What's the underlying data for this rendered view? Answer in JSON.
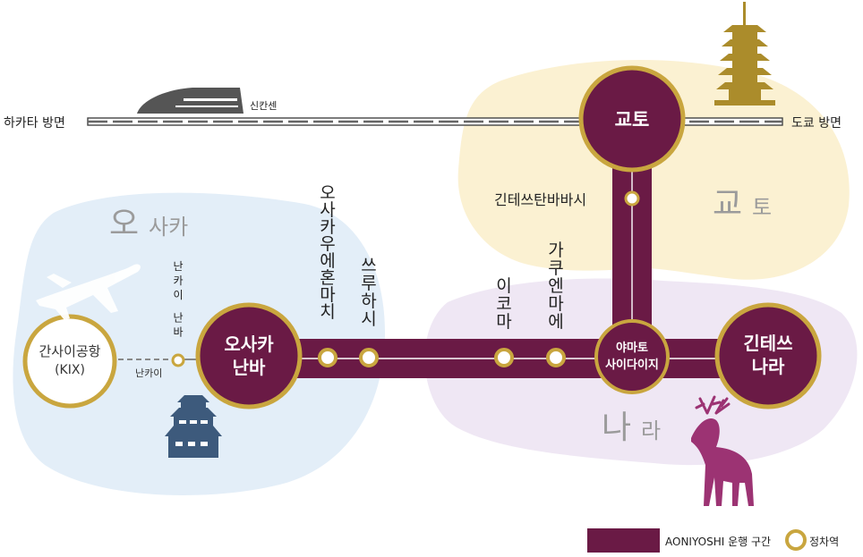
{
  "colors": {
    "route": "#6a1a45",
    "station_ring": "#c9a63f",
    "osaka_region": "#e3eef8",
    "kyoto_region": "#fbf1d2",
    "nara_region": "#efe7f4",
    "region_text": "#9b9b9b",
    "castle": "#3d5a7c",
    "pagoda": "#ab8c2b",
    "deer": "#9c3373",
    "shinkansen": "#555555"
  },
  "shinkansen": {
    "west_label": "하카타 방면",
    "east_label": "도쿄 방면",
    "line_label": "신칸센"
  },
  "regions": {
    "osaka": {
      "big": "오",
      "small": "사카"
    },
    "kyoto": {
      "big": "교",
      "small": "토"
    },
    "nara": {
      "big": "나",
      "small": "라"
    }
  },
  "hubs": {
    "kyoto": "교토",
    "osaka_namba_l1": "오사카",
    "osaka_namba_l2": "난바",
    "kintetsu_nara_l1": "긴테쓰",
    "kintetsu_nara_l2": "나라",
    "yamato_l1": "야마토",
    "yamato_l2": "사이다이지",
    "kansai_airport_l1": "간사이공항",
    "kansai_airport_l2": "(KIX)"
  },
  "stations": {
    "nankai_namba": "난카이 난바",
    "nankai": "난카이",
    "osaka_uehommachi": "오사카우에혼마치",
    "tsuruhashi": "쓰루하시",
    "ikoma": "이코마",
    "gakuenmae": "가쿠엔마에",
    "kintetsu_tambabashi": "긴테쓰탄바바시"
  },
  "legend": {
    "route_label": "AONIYOSHI 운행 구간",
    "stop_label": "정차역"
  },
  "icons": [
    "airplane-icon",
    "castle-icon",
    "pagoda-icon",
    "deer-icon",
    "shinkansen-train-icon"
  ]
}
